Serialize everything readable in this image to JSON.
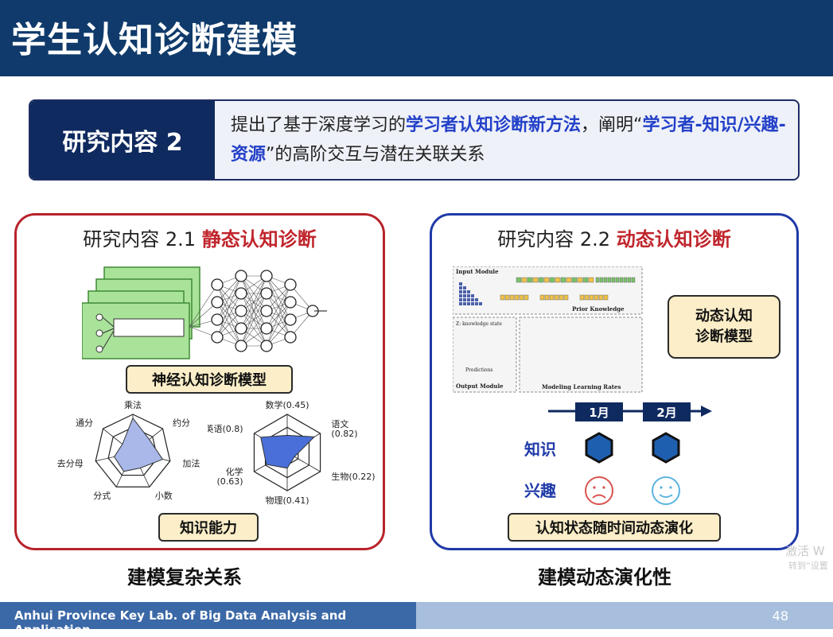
{
  "header": {
    "title": "学生认知诊断建模"
  },
  "research": {
    "label": "研究内容 2",
    "text_parts": [
      {
        "t": "提出了基于深度学习的",
        "hl": false
      },
      {
        "t": "学习者认知诊断新方法",
        "hl": true
      },
      {
        "t": "，阐明“",
        "hl": false
      },
      {
        "t": "学习者-知识/兴趣-资源",
        "hl": true
      },
      {
        "t": "”的高阶交互与潜在关联关系",
        "hl": false
      }
    ]
  },
  "left_panel": {
    "title_prefix": "研究内容 2.1 ",
    "title_highlight": "静态认知诊断",
    "nn_tag": "神经认知诊断模型",
    "ability_tag": "知识能力",
    "radar1_labels": [
      "乘法",
      "约分",
      "加法",
      "小数",
      "分式",
      "去分母",
      "通分"
    ],
    "radar1_values": [
      0.9,
      0.55,
      0.8,
      0.45,
      0.55,
      0.5,
      0.35
    ],
    "radar2_labels": [
      "数学(0.45)",
      "语文(0.82)",
      "生物(0.22)",
      "物理(0.41)",
      "化学(0.63)",
      "英语(0.8)"
    ],
    "radar2_values": [
      0.45,
      0.82,
      0.22,
      0.41,
      0.63,
      0.8
    ],
    "radar2_label_lines": [
      [
        "数学(0.45)"
      ],
      [
        "语文",
        "(0.82)"
      ],
      [
        "生物(0.22)"
      ],
      [
        "物理(0.41)"
      ],
      [
        "化学",
        "(0.63)"
      ],
      [
        "英语(0.8)"
      ]
    ]
  },
  "right_panel": {
    "title_prefix": "研究内容 2.2 ",
    "title_highlight": "动态认知诊断",
    "model_tag": "动态认知诊断模型",
    "model_tag_lines": [
      "动态认知",
      "诊断模型"
    ],
    "diagram_texts": {
      "input_module": "Input Module",
      "prior_knowledge": "Prior Knowledge",
      "output_module": "Output Module",
      "modeling_rates": "Modeling Learning Rates",
      "knowledge_state": "Z: knowledge state",
      "predictions": "Predictions"
    },
    "timeline": [
      "1月",
      "2月"
    ],
    "row_knowledge": "知识",
    "row_interest": "兴趣",
    "evolve_tag": "认知状态随时间动态演化"
  },
  "captions": {
    "left": "建模复杂关系",
    "right": "建模动态演化性"
  },
  "footer": {
    "org": "Anhui Province Key Lab. of Big Data Analysis and Application",
    "page": "48"
  },
  "watermark": {
    "line1": "激活 W",
    "line2": "转到“设置"
  },
  "colors": {
    "header": "#0f3a6b",
    "red": "#c0262d",
    "blue": "#1f3aa8",
    "tag": "#fbeec8"
  }
}
